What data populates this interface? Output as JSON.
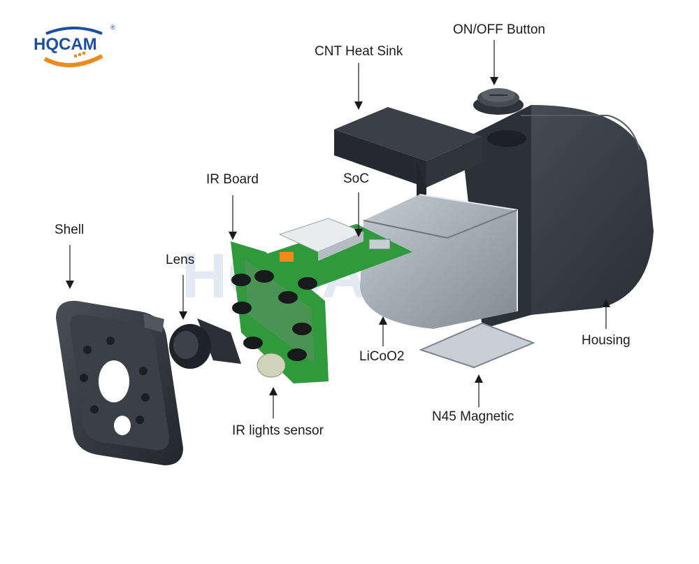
{
  "logo": {
    "text": "HQCAM",
    "registered": "®",
    "watermark": "HQCAM"
  },
  "colors": {
    "housing": "#3c4248",
    "housing_dark": "#2c3136",
    "battery": "#9aa6ad",
    "pcb": "#2f9a3c",
    "magnet": "#c9d0d4",
    "logo_blue": "#1d4fa0",
    "logo_orange": "#f08a1c"
  },
  "labels": {
    "on_off_button": "ON/OFF Button",
    "cnt_heat_sink": "CNT Heat Sink",
    "ir_board": "IR Board",
    "soc": "SoC",
    "shell": "Shell",
    "lens": "Lens",
    "licoo2": "LiCoO2",
    "housing": "Housing",
    "n45_magnetic": "N45 Magnetic",
    "ir_lights_sensor": "IR lights sensor"
  }
}
